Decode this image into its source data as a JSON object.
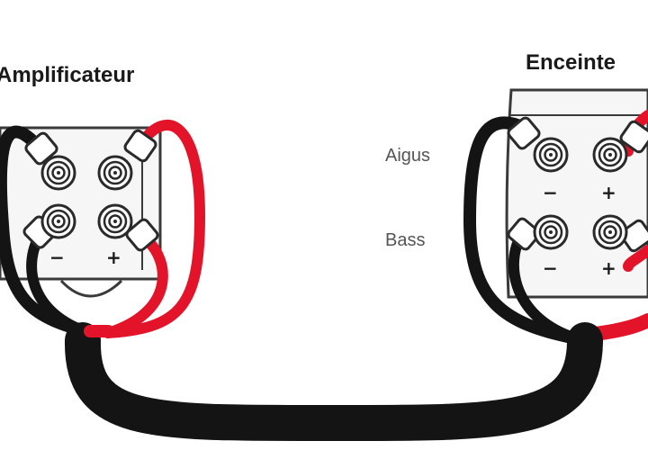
{
  "amplifier": {
    "title": "Amplificateur",
    "minus": "−",
    "plus": "+"
  },
  "speaker": {
    "title": "Enceinte",
    "tweeter_label": "Aigus",
    "bass_label": "Bass",
    "tweeter_minus": "−",
    "tweeter_plus": "+",
    "bass_minus": "−",
    "bass_plus": "+"
  },
  "colors": {
    "negative_wire": "#141414",
    "positive_wire": "#e3142a",
    "panel_stroke": "#3a3a3a",
    "panel_fill": "#f6f6f6"
  },
  "icons": [
    "binding-post-icon",
    "spade-connector-icon",
    "speaker-cable-icon"
  ]
}
